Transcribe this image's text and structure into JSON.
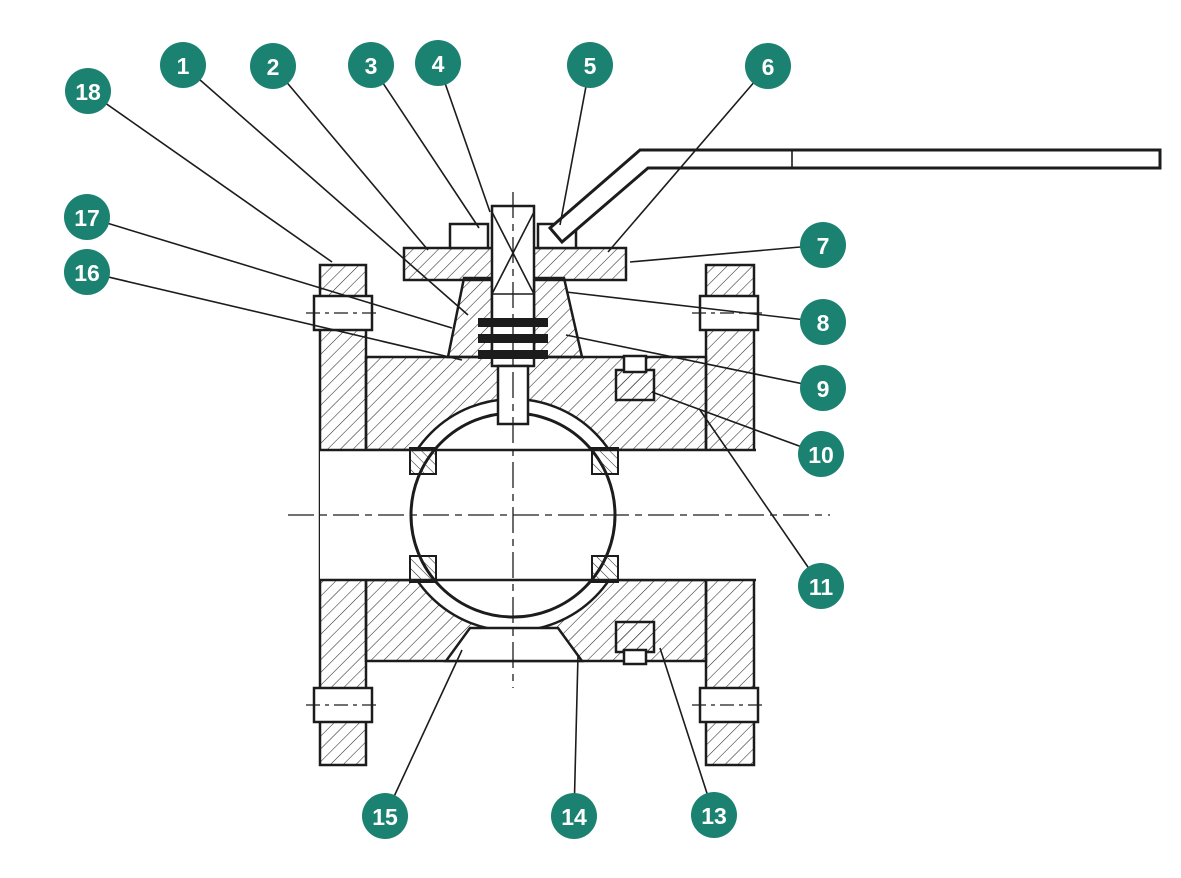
{
  "colors": {
    "callout_bg": "#1B8271",
    "callout_text": "#FFFFFF",
    "line": "#1C1C1C",
    "background": "#FFFFFF"
  },
  "callouts": [
    {
      "label": "18"
    },
    {
      "label": "1"
    },
    {
      "label": "2"
    },
    {
      "label": "3"
    },
    {
      "label": "4"
    },
    {
      "label": "5"
    },
    {
      "label": "6"
    },
    {
      "label": "17"
    },
    {
      "label": "16"
    },
    {
      "label": "7"
    },
    {
      "label": "8"
    },
    {
      "label": "9"
    },
    {
      "label": "10"
    },
    {
      "label": "11"
    },
    {
      "label": "15"
    },
    {
      "label": "14"
    },
    {
      "label": "13"
    }
  ]
}
